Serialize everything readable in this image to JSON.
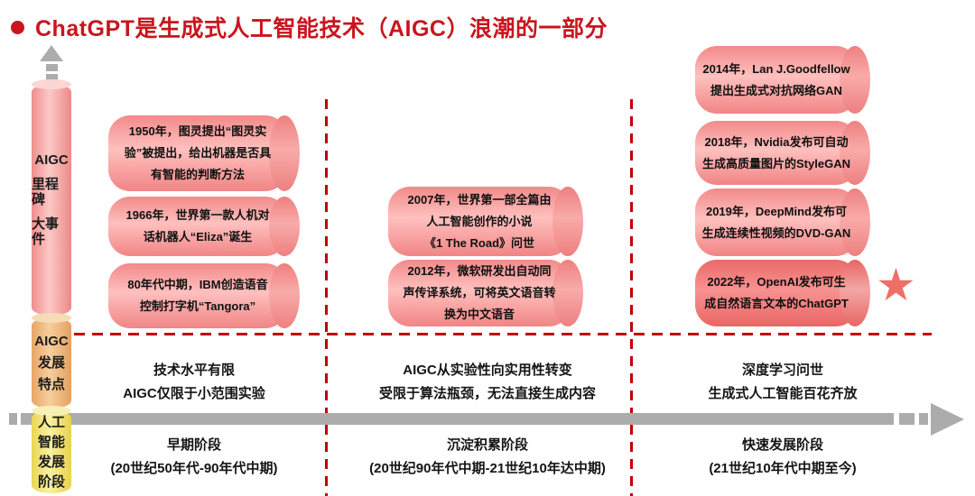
{
  "title": {
    "text": "ChatGPT是生成式人工智能技术（AIGC）浪潮的一部分"
  },
  "colors": {
    "accent_red": "#C9151E",
    "dashed_red": "#C00000",
    "arrow_gray": "#ACACAC",
    "star_red": "#EE6F67",
    "milestone_pink": "#F9A8A6",
    "milestone_highlight": "#EF7B7B",
    "axis_pink": "#F7A9A7",
    "axis_orange": "#F0BC83",
    "axis_yellow": "#F2E687"
  },
  "axis_rows": [
    {
      "id": "milestones",
      "lines": [
        "AIGC",
        "里程碑",
        "大事件"
      ]
    },
    {
      "id": "features",
      "lines": [
        "AIGC",
        "发展",
        "特点"
      ]
    },
    {
      "id": "stages",
      "lines": [
        "人工",
        "智能",
        "发展",
        "阶段"
      ]
    }
  ],
  "columns": [
    {
      "milestones": [
        {
          "lines": [
            "1950年，图灵提出“图灵实",
            "验”被提出，给出机器是否具",
            "有智能的判断方法"
          ]
        },
        {
          "lines": [
            "1966年，世界第一款人机对",
            "话机器人“Eliza”诞生"
          ]
        },
        {
          "lines": [
            "80年代中期，IBM创造语音",
            "控制打字机“Tangora”"
          ]
        }
      ],
      "features": [
        "技术水平有限",
        "AIGC仅限于小范围实验"
      ],
      "stage": [
        "早期阶段",
        "(20世纪50年代-90年代中期)"
      ]
    },
    {
      "milestones": [
        {
          "lines": [
            "2007年，世界第一部全篇由",
            "人工智能创作的小说",
            "《1 The Road》问世"
          ]
        },
        {
          "lines": [
            "2012年，微软研发出自动同",
            "声传译系统，可将英文语音转",
            "换为中文语音"
          ]
        }
      ],
      "features": [
        "AIGC从实验性向实用性转变",
        "受限于算法瓶颈，无法直接生成内容"
      ],
      "stage": [
        "沉淀积累阶段",
        "(20世纪90年代中期-21世纪10年达中期)"
      ]
    },
    {
      "milestones": [
        {
          "lines": [
            "2014年，Lan J.Goodfellow",
            "提出生成式对抗网络GAN"
          ]
        },
        {
          "lines": [
            "2018年，Nvidia发布可自动",
            "生成高质量图片的StyleGAN"
          ]
        },
        {
          "lines": [
            "2019年，DeepMind发布可",
            "生成连续性视频的DVD-GAN"
          ]
        },
        {
          "lines": [
            "2022年，OpenAI发布可生",
            "成自然语言文本的ChatGPT"
          ]
        }
      ],
      "features": [
        "深度学习问世",
        "生成式人工智能百花齐放"
      ],
      "stage": [
        "快速发展阶段",
        "(21世纪10年代中期至今)"
      ]
    }
  ],
  "star_icon": "★"
}
